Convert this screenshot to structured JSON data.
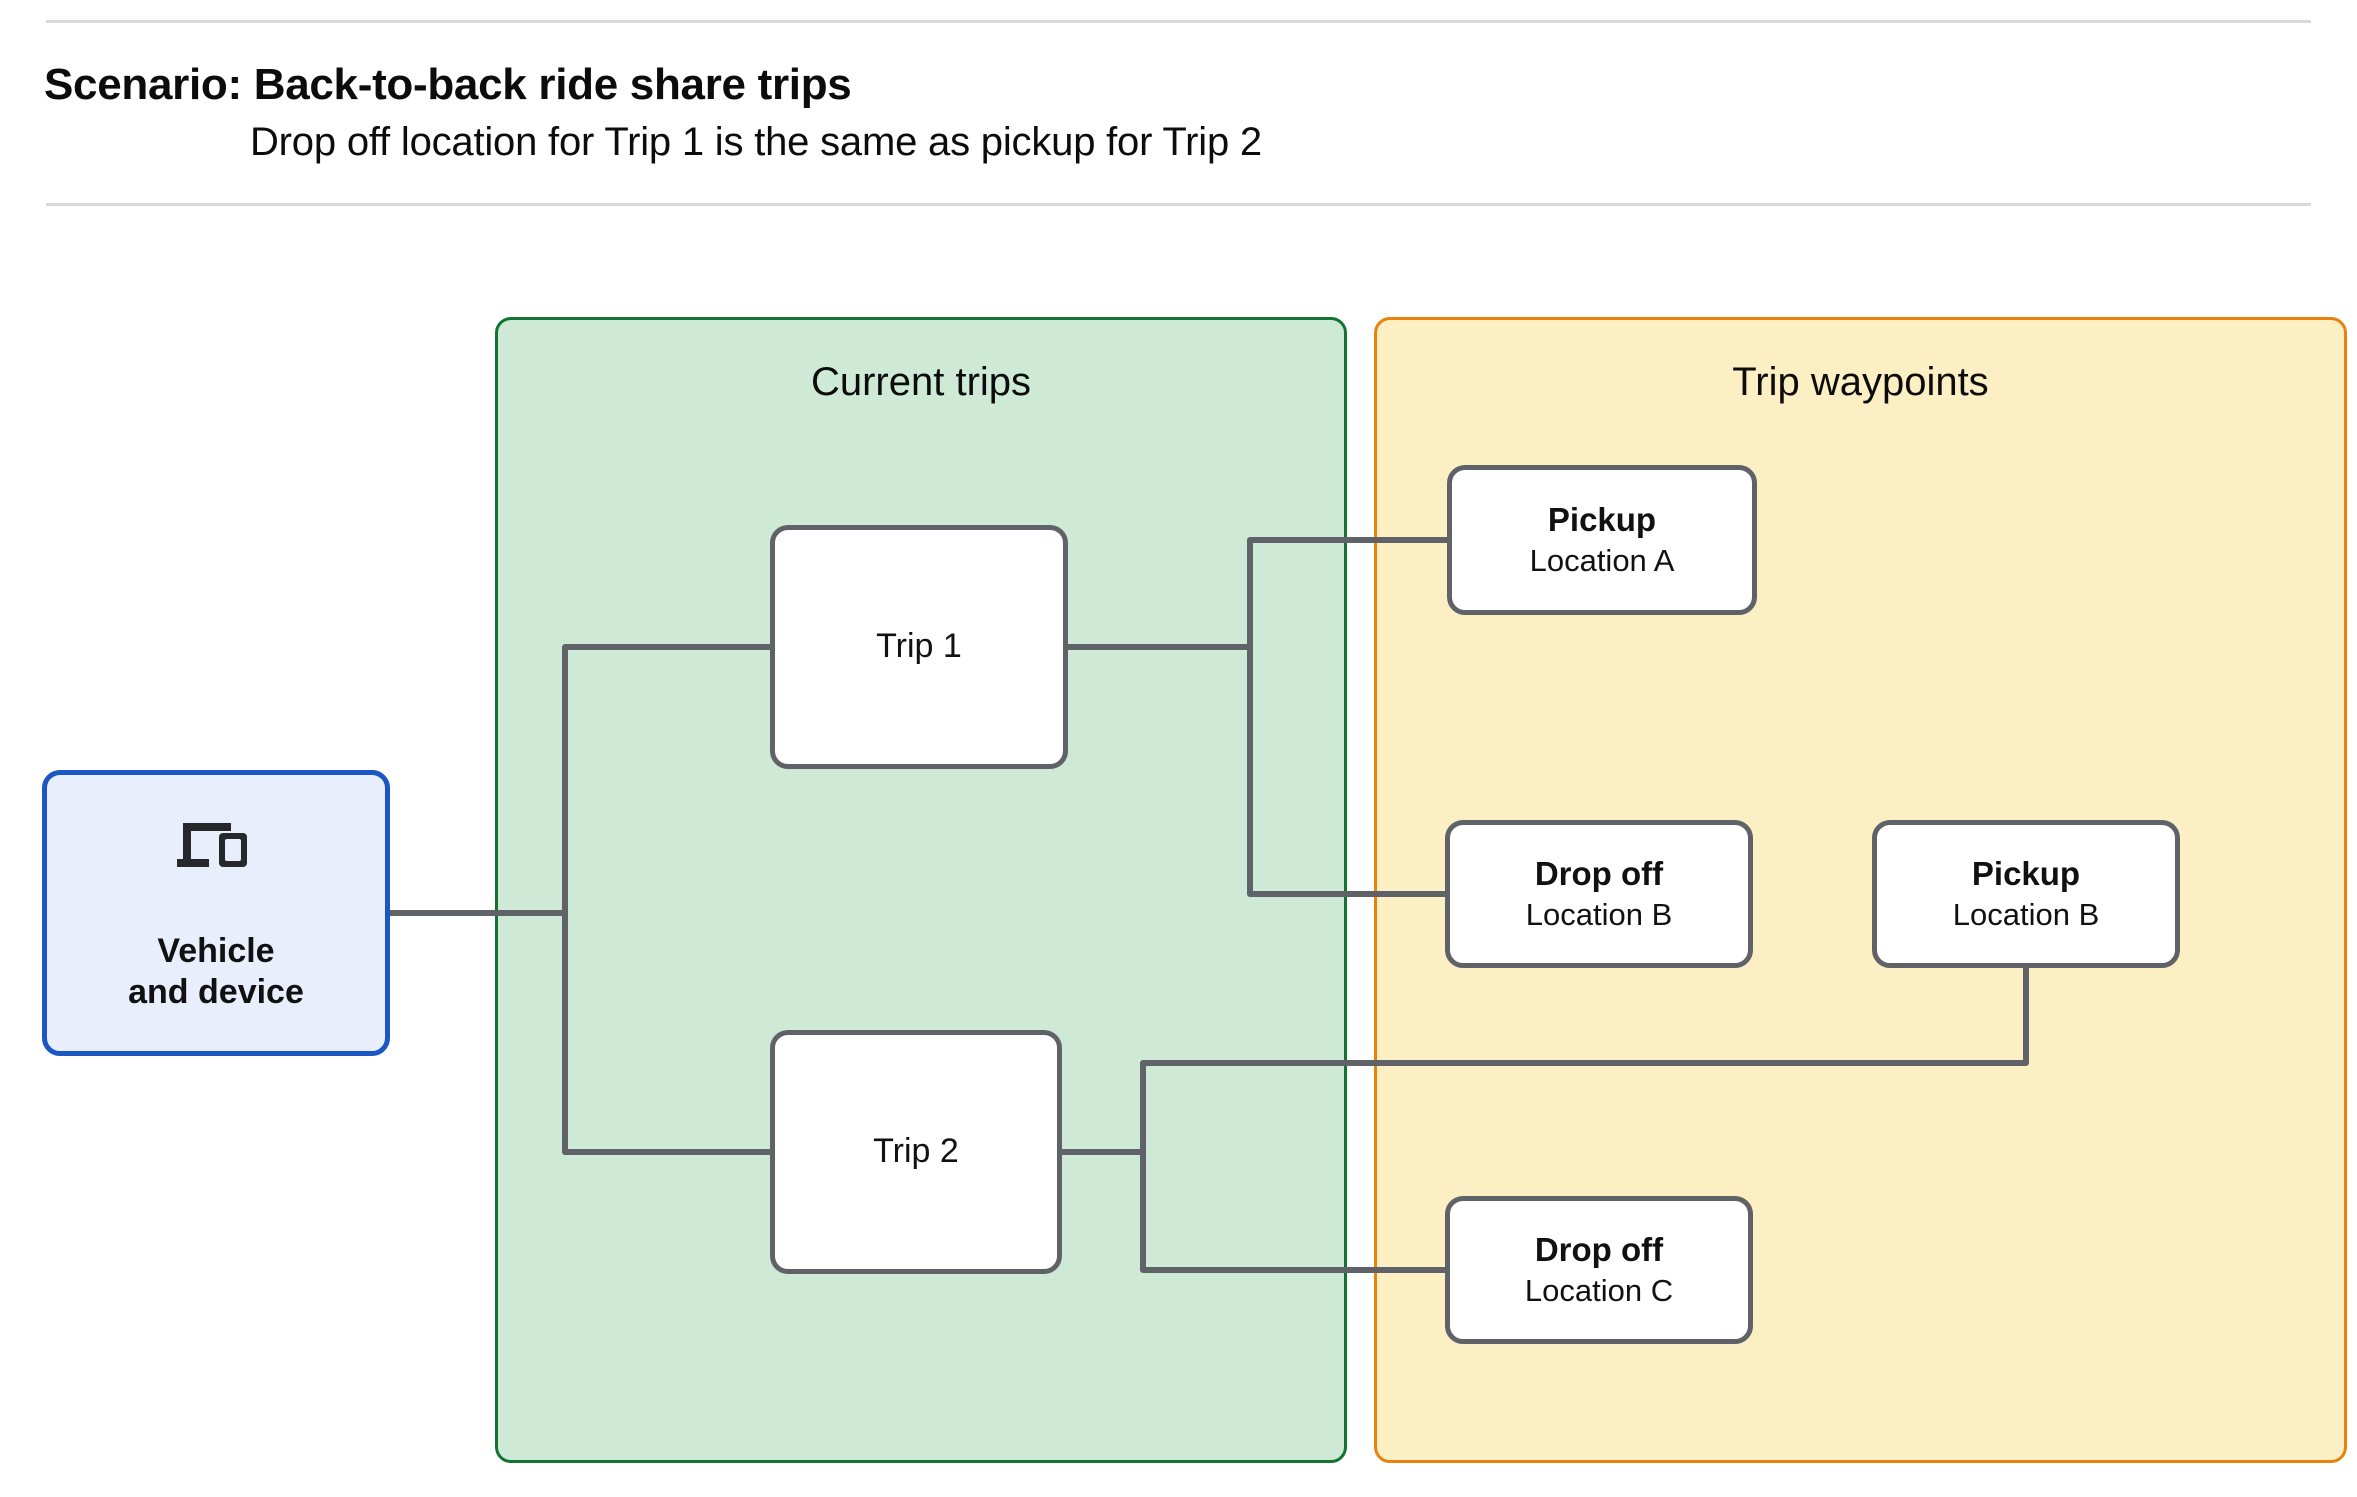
{
  "header": {
    "title": "Scenario: Back-to-back ride share trips",
    "subtitle": "Drop off  location for Trip 1 is the same as pickup for Trip 2"
  },
  "panels": {
    "current_trips": {
      "title": "Current trips",
      "fill": "#ceead6",
      "border": "#137333"
    },
    "trip_waypoints": {
      "title": "Trip waypoints",
      "fill": "#fcefc3",
      "border": "#e8820c"
    }
  },
  "vehicle": {
    "icon": "devices-icon",
    "label": "Vehicle\nand device",
    "fill": "#e8eefb",
    "border": "#1a56c4"
  },
  "trips": [
    {
      "label": "Trip 1"
    },
    {
      "label": "Trip 2"
    }
  ],
  "waypoints": [
    {
      "type": "Pickup",
      "location": "Location A"
    },
    {
      "type": "Drop off",
      "location": "Location B"
    },
    {
      "type": "Pickup",
      "location": "Location B"
    },
    {
      "type": "Drop off",
      "location": "Location C"
    }
  ],
  "style": {
    "node_border": "#5f6368",
    "node_fill": "#ffffff",
    "connector": "#5f6368",
    "rule": "#d9d9d9"
  }
}
